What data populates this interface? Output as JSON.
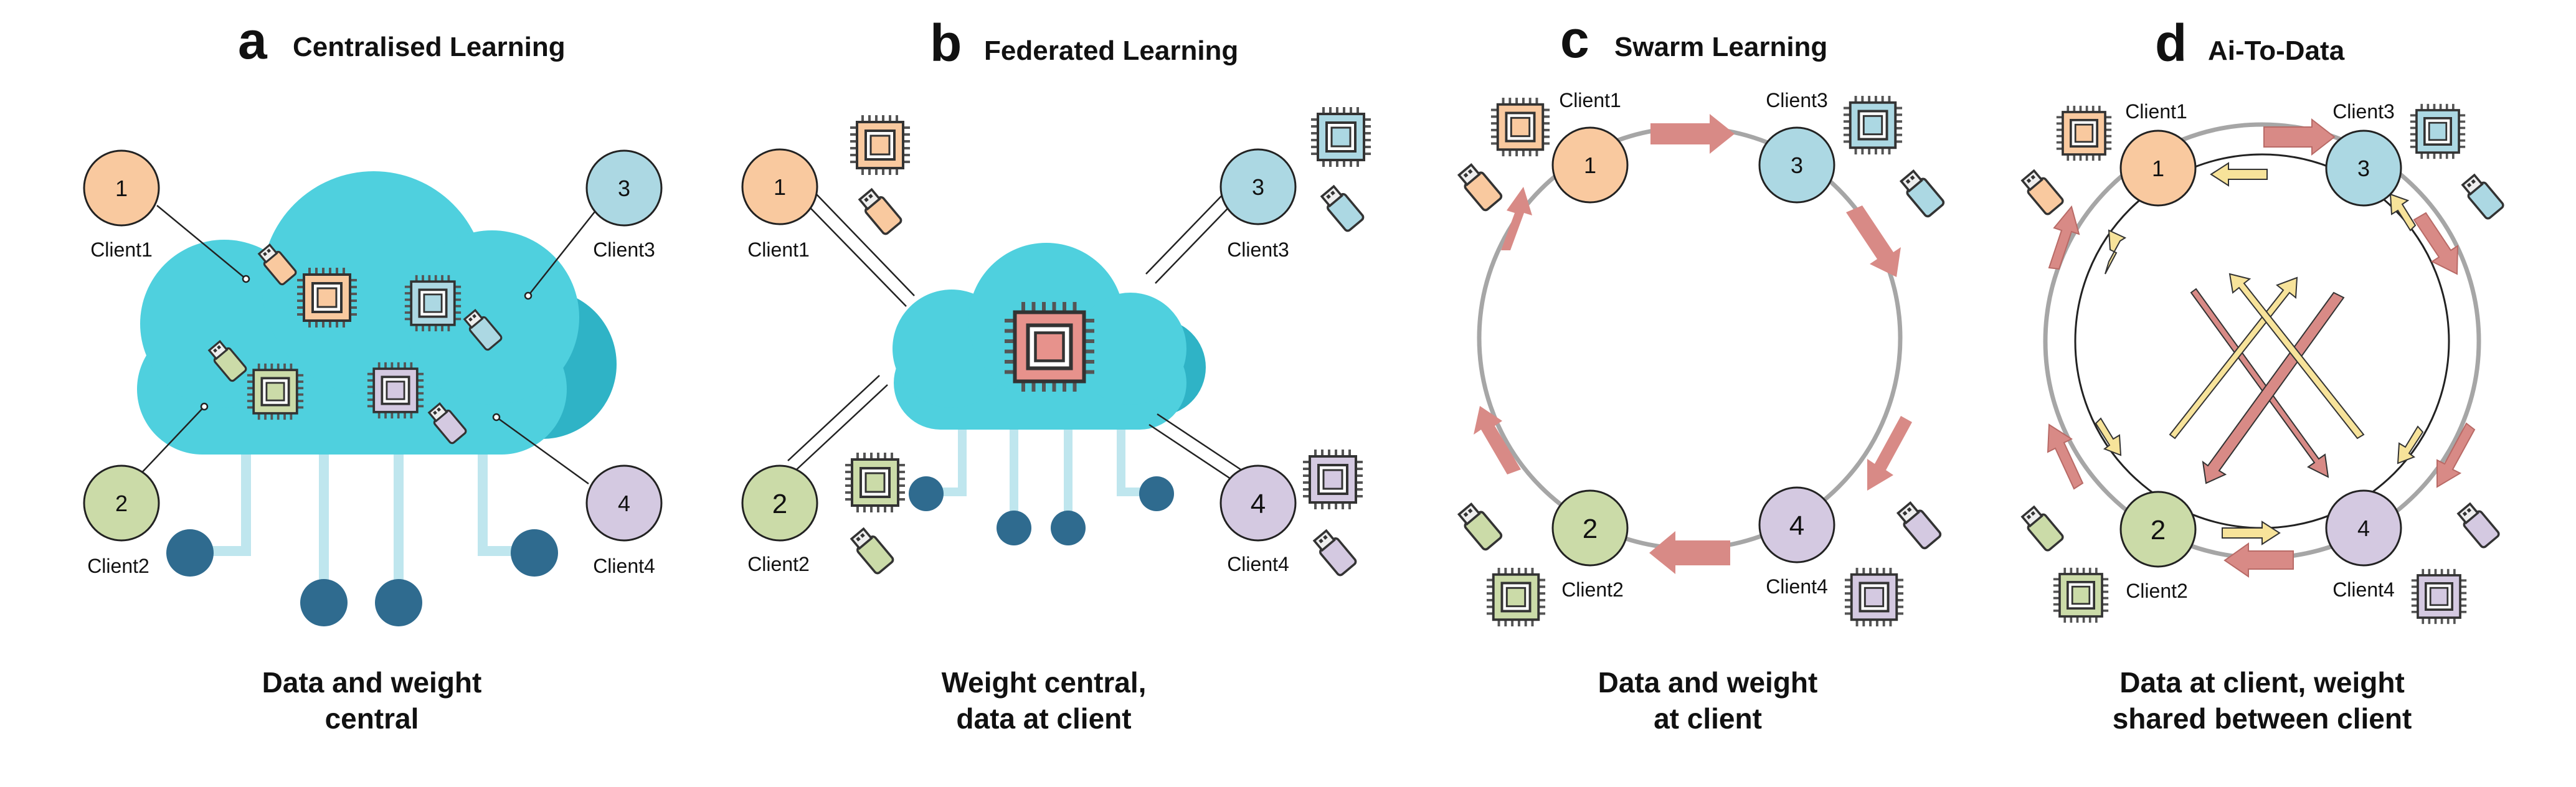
{
  "colors": {
    "client1": "#f9c99f",
    "client2": "#cbdba8",
    "client3": "#acd8e3",
    "client4": "#d4c9e1",
    "cloud": "#4fd0de",
    "cloud_dark": "#2fb3c6",
    "node": "#2f6b8f",
    "pipe": "#bfe6ee",
    "ring": "#a6a6a6",
    "weight_arrow": "#d88a86",
    "data_arrow": "#f7e39a",
    "chip_center": "#e7928c"
  },
  "icons": [
    "cpu-chip-icon",
    "usb-drive-icon",
    "cloud-icon",
    "network-node-icon"
  ],
  "panels": [
    {
      "letter": "a",
      "title": "Centralised Learning",
      "caption_line1": "Data and weight",
      "caption_line2": "central",
      "clients": [
        "Client1",
        "Client2",
        "Client3",
        "Client4"
      ],
      "client_numbers": [
        "1",
        "2",
        "3",
        "4"
      ]
    },
    {
      "letter": "b",
      "title": "Federated Learning",
      "caption_line1": "Weight central,",
      "caption_line2": "data at client",
      "clients": [
        "Client1",
        "Client2",
        "Client3",
        "Client4"
      ],
      "client_numbers": [
        "1",
        "2",
        "3",
        "4"
      ]
    },
    {
      "letter": "c",
      "title": "Swarm Learning",
      "caption_line1": "Data and weight",
      "caption_line2": "at client",
      "clients": [
        "Client1",
        "Client2",
        "Client3",
        "Client4"
      ],
      "client_numbers": [
        "1",
        "2",
        "3",
        "4"
      ]
    },
    {
      "letter": "d",
      "title": "Ai-To-Data",
      "caption_line1": "Data at client, weight",
      "caption_line2": "shared between client",
      "clients": [
        "Client1",
        "Client2",
        "Client3",
        "Client4"
      ],
      "client_numbers": [
        "1",
        "2",
        "3",
        "4"
      ]
    }
  ]
}
